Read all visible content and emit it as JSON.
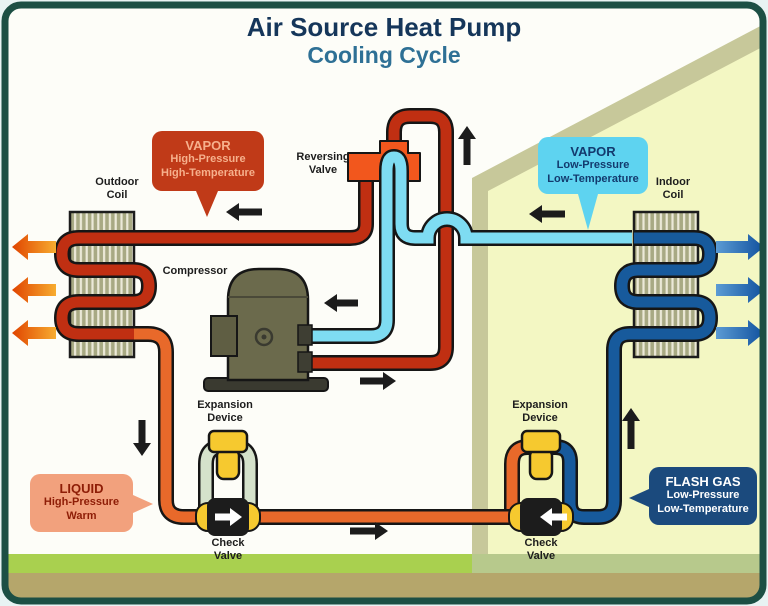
{
  "title": {
    "line1": "Air Source Heat Pump",
    "line2": "Cooling Cycle"
  },
  "callouts": {
    "vapor_hp": {
      "title": "VAPOR",
      "line1": "High-Pressure",
      "line2": "High-Temperature",
      "bg": "#c03a18",
      "text_color": "#f6b08c"
    },
    "vapor_lp": {
      "title": "VAPOR",
      "line1": "Low-Pressure",
      "line2": "Low-Temperature",
      "bg": "#5ed3f0",
      "text_color": "#133a6e"
    },
    "liquid": {
      "title": "LIQUID",
      "line1": "High-Pressure",
      "line2": "Warm",
      "bg": "#f2a17d",
      "text_color": "#8e1d06"
    },
    "flash_gas": {
      "title": "FLASH GAS",
      "line1": "Low-Pressure",
      "line2": "Low-Temperature",
      "bg": "#1b4a7d",
      "text_color": "#ffffff"
    }
  },
  "components": {
    "outdoor_coil": {
      "line1": "Outdoor",
      "line2": "Coil"
    },
    "indoor_coil": {
      "line1": "Indoor",
      "line2": "Coil"
    },
    "compressor": {
      "label": "Compressor"
    },
    "reversing_valve": {
      "line1": "Reversing",
      "line2": "Valve"
    },
    "expansion_device": {
      "line1": "Expansion",
      "line2": "Device"
    },
    "check_valve": {
      "line1": "Check",
      "line2": "Valve"
    }
  },
  "flow_arrows": [
    {
      "location": "hot-gas line above outdoor supply pipe",
      "direction": "left"
    },
    {
      "location": "right of discharge loop",
      "direction": "up"
    },
    {
      "location": "suction line from indoor coil",
      "direction": "left"
    },
    {
      "location": "above compressor suction inlet",
      "direction": "left"
    },
    {
      "location": "below compressor discharge outlet",
      "direction": "right"
    },
    {
      "location": "left liquid down-pipe",
      "direction": "down"
    },
    {
      "location": "bottom liquid line middle",
      "direction": "right"
    },
    {
      "location": "riser to indoor coil",
      "direction": "up"
    }
  ],
  "air_arrows": {
    "outdoor_heat_out": {
      "count": 3,
      "direction": "left"
    },
    "indoor_cool_out": {
      "count": 3,
      "direction": "right"
    }
  },
  "check_valve_arrows": {
    "left_valve": "right",
    "right_valve": "left"
  },
  "colors": {
    "hot_vapor": "#c02f12",
    "liquid_line": "#e8692a",
    "cold_vapor": "#7edcf2",
    "flash_gas_line": "#175a9c",
    "bypass_inactive": "#d5e2cb",
    "reversing_valve": "#f2571d",
    "compressor_body": "#6b6a4c",
    "device_yellow": "#f6c92f",
    "house_wall": "#c7c89a",
    "house_interior": "#f3f7c3",
    "grass_outside": "#a9d04f",
    "grass_inside": "#b7c98c",
    "ground": "#b5a66b",
    "frame_border": "#1c4f44"
  }
}
